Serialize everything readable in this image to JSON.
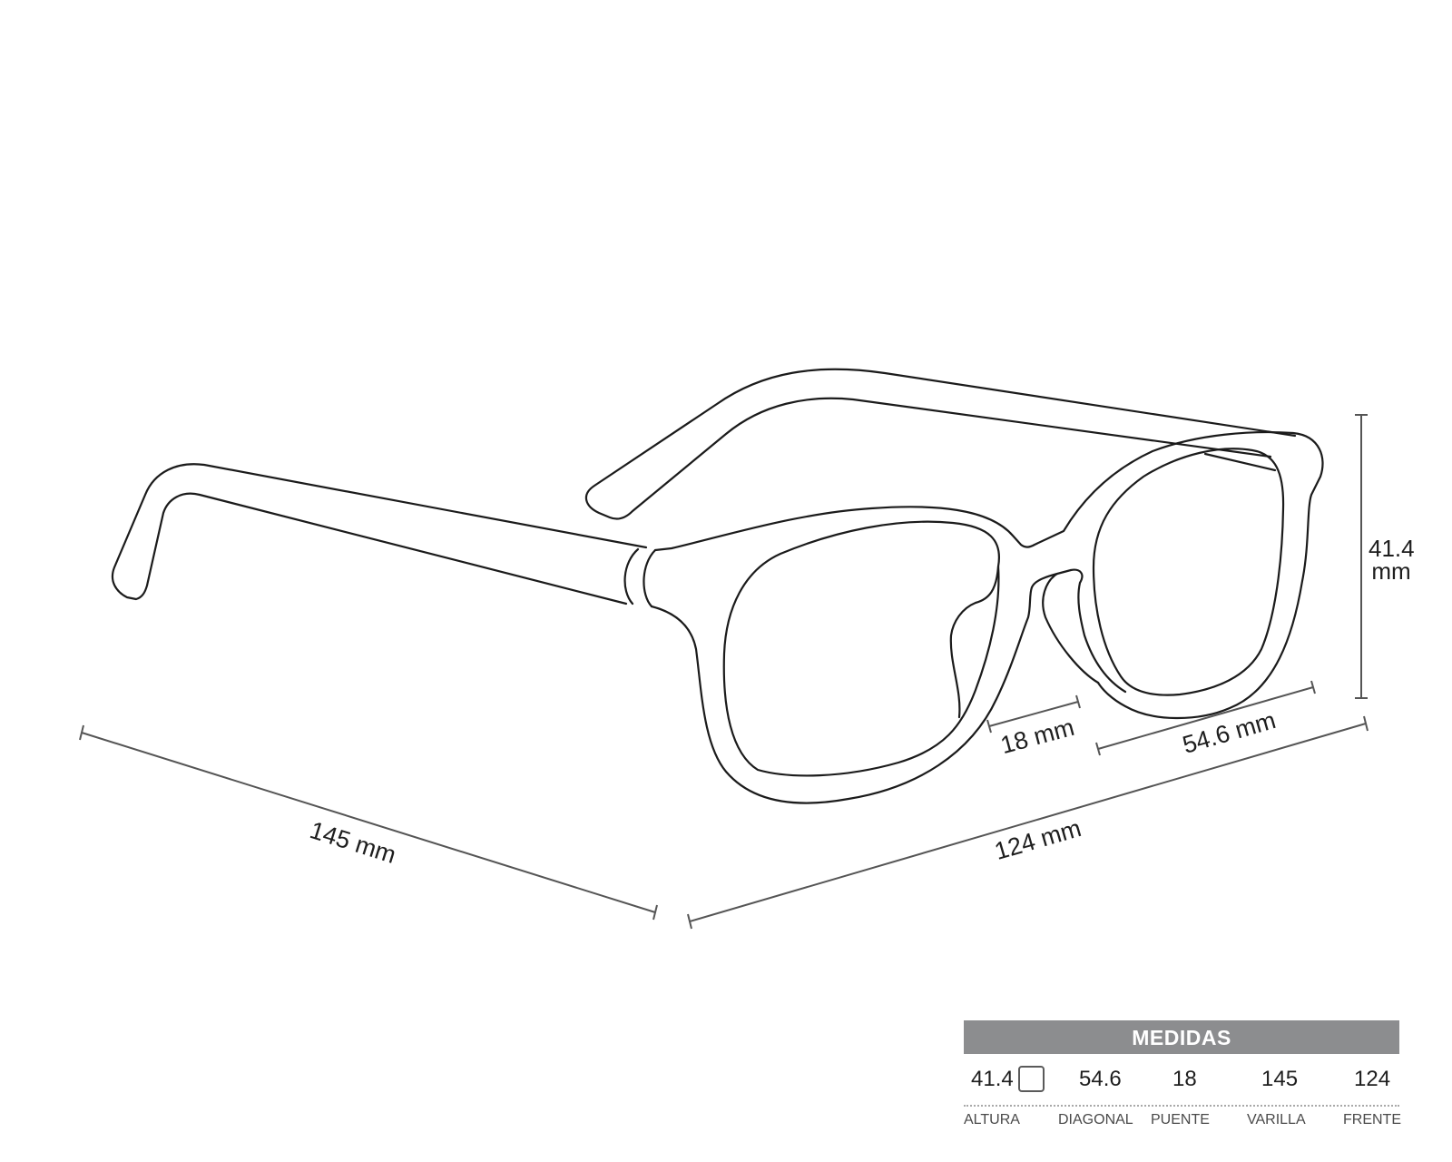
{
  "drawing": {
    "subject": "eyeglasses-frame-outline",
    "stroke_color": "#1b1b1b",
    "dimension_color": "#555555"
  },
  "dimensions": {
    "temple_length": "145 mm",
    "front_width": "124 mm",
    "bridge": "18 mm",
    "lens_diagonal": "54.6 mm",
    "lens_height_value": "41.4",
    "lens_height_unit": "mm"
  },
  "table": {
    "title": "MEDIDAS",
    "header_color": "#8c8d8f",
    "values": {
      "altura": "41.4",
      "diagonal": "54.6",
      "puente": "18",
      "varilla": "145",
      "frente": "124"
    },
    "labels": {
      "altura": "ALTURA",
      "diagonal": "DIAGONAL",
      "puente": "PUENTE",
      "varilla": "VARILLA",
      "frente": "FRENTE"
    },
    "shape_icon": "square-lens-shape-icon"
  }
}
